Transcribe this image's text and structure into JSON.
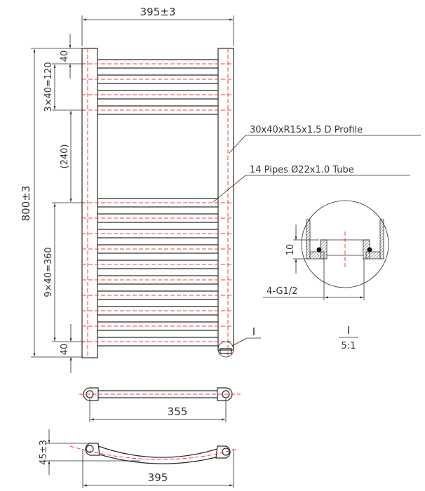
{
  "dimensions": {
    "overall_width": "395±3",
    "overall_height": "800±3",
    "top_offset": "40",
    "top_group": "3×40=120",
    "gap": "(240)",
    "bottom_group": "9×40=360",
    "bottom_offset": "40",
    "center_distance": "355",
    "depth": "45±3",
    "bottom_width": "395"
  },
  "callouts": {
    "profile": "30x40xR15x1.5 D Profile",
    "pipes": "14 Pipes Ø22x1.0 Tube"
  },
  "detail": {
    "marker": "I",
    "label": "I",
    "scale": "5:1",
    "height_dim": "10",
    "thread": "4-G1/2"
  },
  "colors": {
    "line": "#2a2a2a",
    "centerline": "#ff3b3b"
  }
}
